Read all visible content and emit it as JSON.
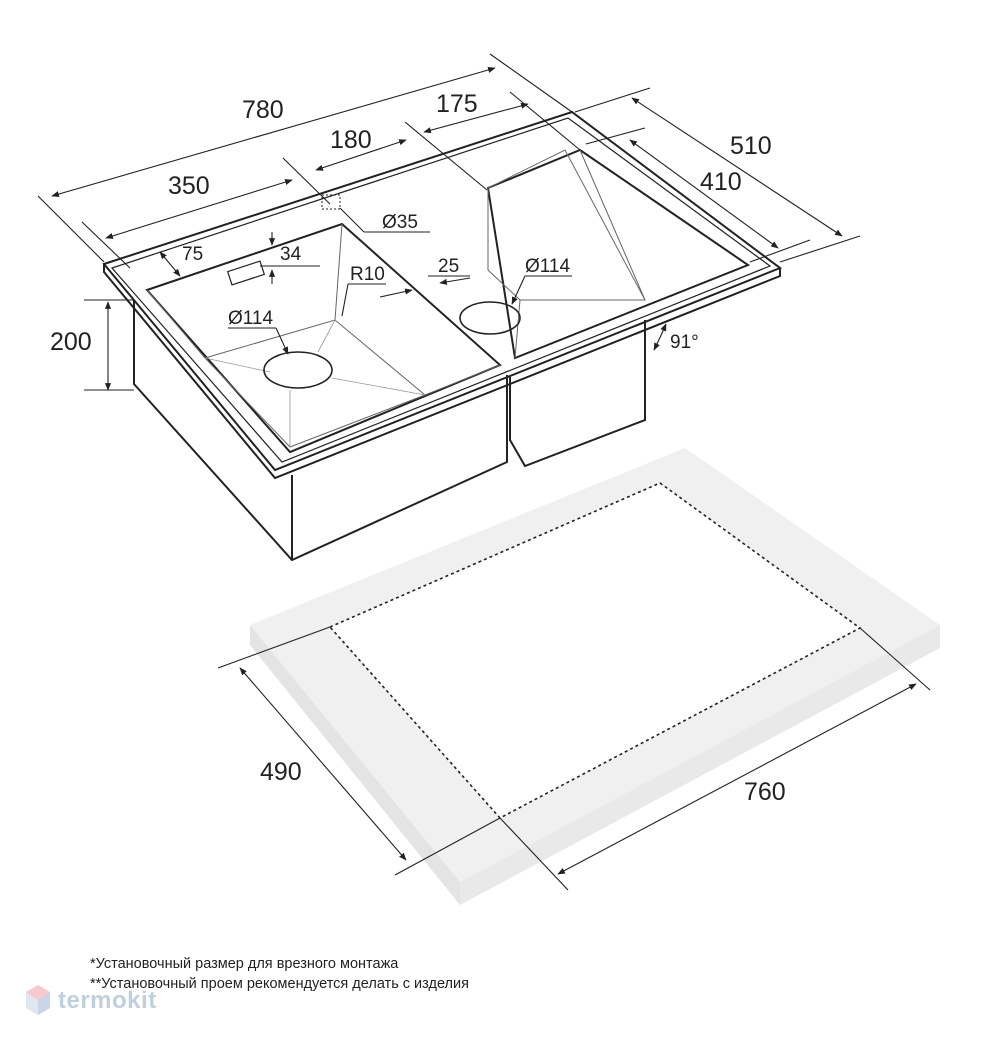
{
  "dimensions": {
    "overall_length": "780",
    "overall_depth": "510",
    "inner_depth": "410",
    "bowl_left_width": "350",
    "center_section": "180",
    "bowl_right_width": "175",
    "flange_width": "75",
    "label_offset": "34",
    "overflow_diameter": "Ø35",
    "corner_radius": "R10",
    "drain_offset": "25",
    "drain_left": "Ø114",
    "drain_right": "Ø114",
    "bowl_depth": "200",
    "wall_angle": "91°",
    "cutout_depth": "490",
    "cutout_length": "760"
  },
  "notes": {
    "note1": "*Установочный размер для врезного монтажа",
    "note2": "**Установочный проем рекомендуется делать с изделия"
  },
  "watermark": {
    "text": "termokit",
    "color": "#8ea8c6"
  },
  "colors": {
    "line": "#222222",
    "countertop": "#ececec"
  }
}
